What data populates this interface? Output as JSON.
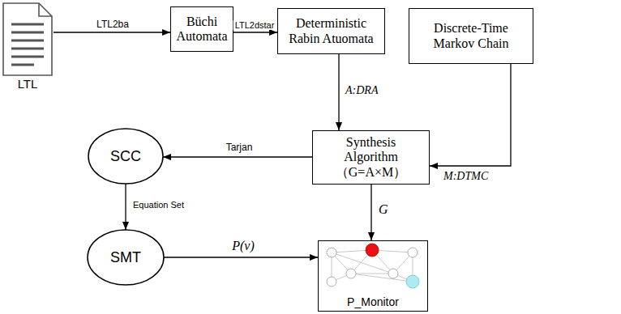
{
  "diagram": {
    "nodes": [
      {
        "text": [
          "LTL"
        ]
      },
      {
        "text": [
          "Büchi Automata"
        ]
      },
      {
        "text": [
          "Deterministic Rabin Atuomata"
        ]
      },
      {
        "text": [
          "Discrete-Time Markov Chain"
        ]
      },
      {
        "text": [
          "Synthesis Algorithm （G=A×M）"
        ]
      },
      {
        "text": [
          "SCC"
        ]
      },
      {
        "text": [
          "SMT"
        ]
      },
      {
        "text": [
          "P_Monitor"
        ]
      }
    ],
    "edges": [
      {
        "from": 0,
        "to": 1,
        "label": "LTL2ba",
        "arrow": "to"
      },
      {
        "from": 1,
        "to": 2,
        "label": "LTL2dstar",
        "arrow": "to"
      },
      {
        "from": 2,
        "to": 4,
        "label": "A:DRA",
        "arrow": "to"
      },
      {
        "from": 3,
        "to": 4,
        "label": "M:DTMC",
        "arrow": "to"
      },
      {
        "from": 4,
        "to": 5,
        "label": "Tarjan",
        "arrow": "to"
      },
      {
        "from": 5,
        "to": 6,
        "label": "Equation Set",
        "arrow": "to"
      },
      {
        "from": 4,
        "to": 7,
        "label": "G",
        "arrow": "to"
      },
      {
        "from": 6,
        "to": 7,
        "label": "P(v)",
        "arrow": "to"
      }
    ]
  }
}
